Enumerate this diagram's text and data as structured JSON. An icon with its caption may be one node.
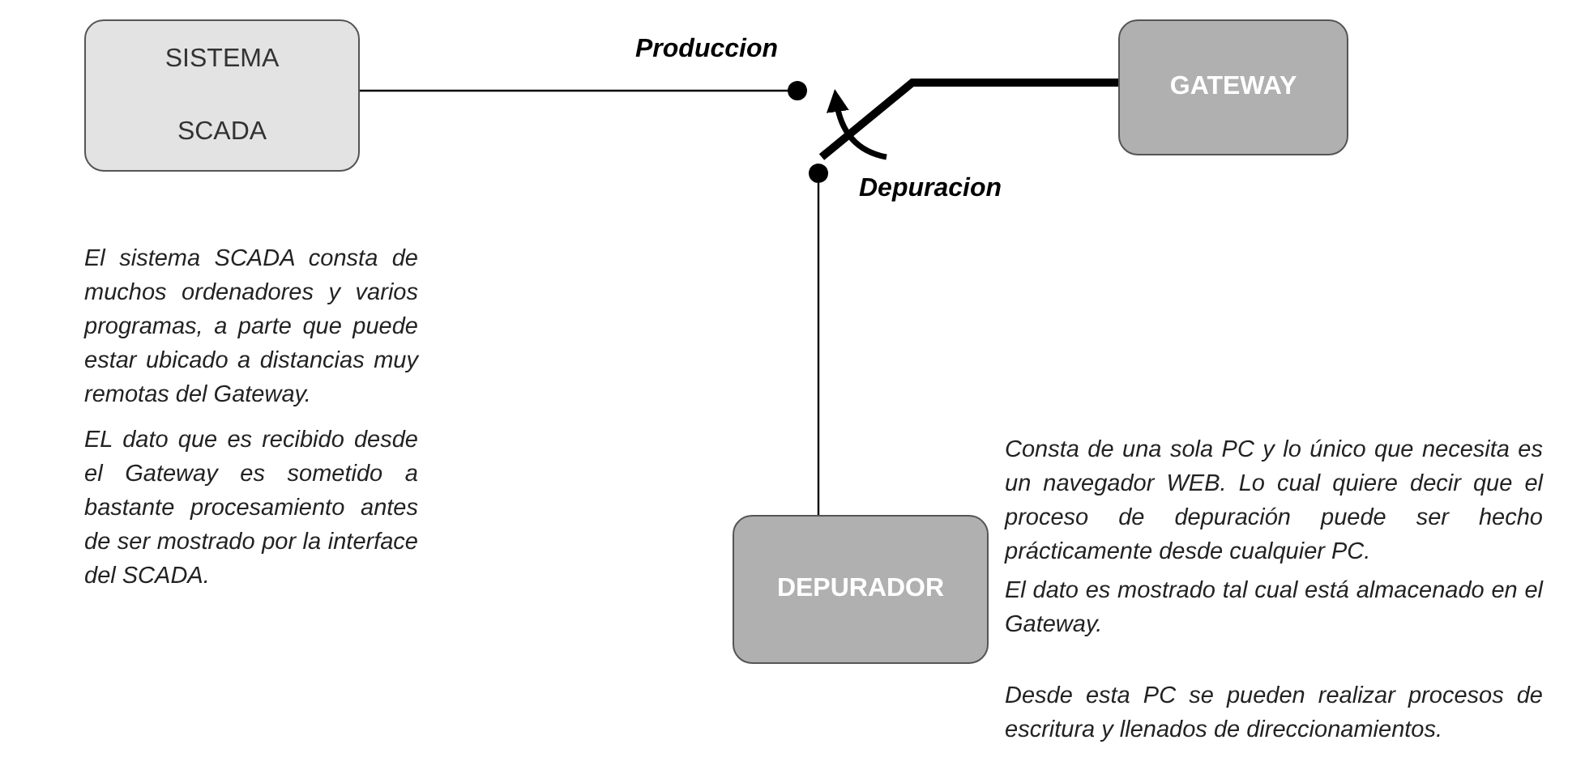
{
  "diagram": {
    "nodes": [
      {
        "text": [
          "SISTEMA SCADA"
        ]
      },
      {
        "text": [
          "GATEWAY"
        ]
      },
      {
        "text": [
          "DEPURADOR"
        ]
      },
      {
        "text": [],
        "shape": "circle",
        "beside": [
          "Produccion"
        ]
      },
      {
        "text": [],
        "shape": "circle",
        "beside": [
          "Depuracion"
        ]
      }
    ],
    "edges": [
      {
        "from": 0,
        "to": 3,
        "arrow": "none"
      },
      {
        "from": 1,
        "to": 4,
        "arrow": "none",
        "style": "thick"
      },
      {
        "from": 4,
        "to": 2,
        "arrow": "none"
      }
    ],
    "labels": [
      "El sistema SCADA consta de muchos ordenadores y varios programas, a parte que puede estar ubicado a distancias muy remotas del Gateway.",
      "EL dato que es recibido desde el Gateway es sometido a bastante procesamiento antes de ser mostrado por la interface del SCADA.",
      "Consta de una sola PC y lo único que necesita es un navegador WEB. Lo cual quiere decir que el proceso de depuración puede ser hecho prácticamente desde cualquier PC.",
      "El dato es mostrado tal cual está almacenado en el Gateway.",
      "Desde esta PC se pueden realizar procesos de escritura y llenados de direccionamientos."
    ]
  }
}
